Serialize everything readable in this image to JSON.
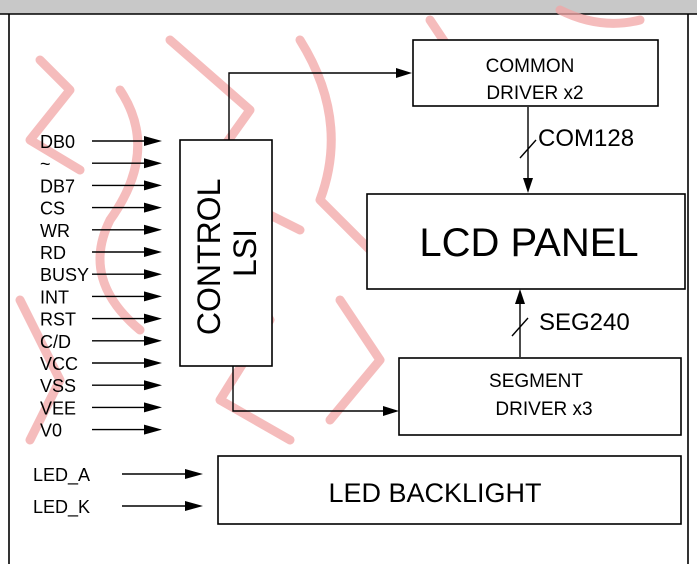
{
  "blocks": {
    "common_driver": [
      "COMMON",
      "DRIVER x2"
    ],
    "lcd_panel": "LCD PANEL",
    "control_lsi": [
      "CONTROL",
      "LSI"
    ],
    "segment_driver": [
      "SEGMENT",
      "DRIVER x3"
    ],
    "led_backlight": "LED BACKLIGHT"
  },
  "buses": {
    "com": "COM128",
    "seg": "SEG240"
  },
  "signals": [
    "DB0",
    "~",
    "DB7",
    "CS",
    "WR",
    "RD",
    "BUSY",
    "INT",
    "RST",
    "C/D",
    "VCC",
    "VSS",
    "VEE",
    "V0"
  ],
  "led_pins": [
    "LED_A",
    "LED_K"
  ]
}
